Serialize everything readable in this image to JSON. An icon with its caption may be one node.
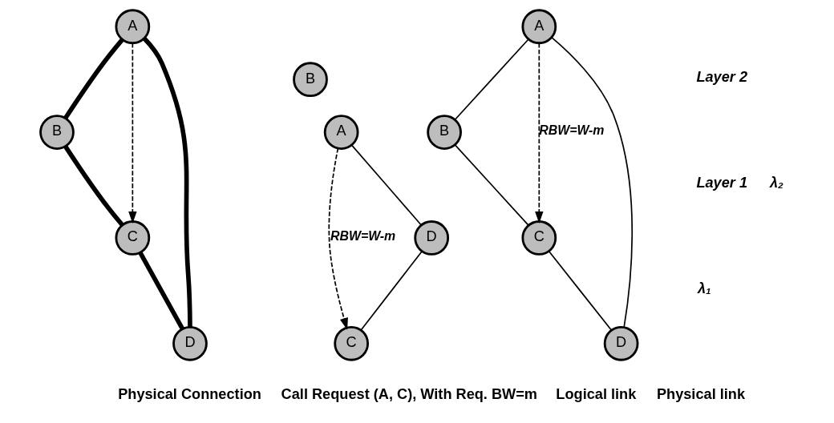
{
  "diagram": {
    "nodes": [
      {
        "text": [
          "A"
        ]
      },
      {
        "text": [
          "B"
        ]
      },
      {
        "text": [
          "C"
        ]
      },
      {
        "text": [
          "D"
        ]
      },
      {
        "text": [
          "A"
        ]
      },
      {
        "text": [
          "B"
        ]
      },
      {
        "text": [
          "C"
        ]
      },
      {
        "text": [
          "D"
        ]
      },
      {
        "text": [
          "A"
        ]
      },
      {
        "text": [
          "B"
        ]
      },
      {
        "text": [
          "C"
        ]
      },
      {
        "text": [
          "D"
        ]
      }
    ],
    "edges": [
      {
        "from": 0,
        "to": 1,
        "arrow": "none",
        "style": "thick"
      },
      {
        "from": 1,
        "to": 2,
        "arrow": "none",
        "style": "thick"
      },
      {
        "from": 2,
        "to": 3,
        "arrow": "none",
        "style": "thick"
      },
      {
        "from": 3,
        "to": 0,
        "arrow": "none",
        "style": "thick"
      },
      {
        "from": 0,
        "to": 2,
        "arrow": "to",
        "style": "dashed"
      },
      {
        "from": 4,
        "to": 7,
        "arrow": "none"
      },
      {
        "from": 7,
        "to": 6,
        "arrow": "none"
      },
      {
        "from": 4,
        "to": 6,
        "arrow": "to",
        "style": "dashed",
        "label": "RBW=W-m"
      },
      {
        "from": 8,
        "to": 9,
        "arrow": "none"
      },
      {
        "from": 9,
        "to": 10,
        "arrow": "none"
      },
      {
        "from": 10,
        "to": 11,
        "arrow": "none"
      },
      {
        "from": 11,
        "to": 8,
        "arrow": "none"
      },
      {
        "from": 8,
        "to": 10,
        "arrow": "to",
        "style": "dashed",
        "label": "RBW=W-m"
      }
    ],
    "labels": [
      "Layer 1",
      "λ₁",
      "Layer 2",
      "λ₂"
    ],
    "legend": [
      {
        "text": "Physical Connection"
      },
      {
        "text": "Call Request (A, C), With Req. BW=m"
      },
      {
        "text": "Logical link"
      },
      {
        "text": "Physical link"
      }
    ]
  }
}
